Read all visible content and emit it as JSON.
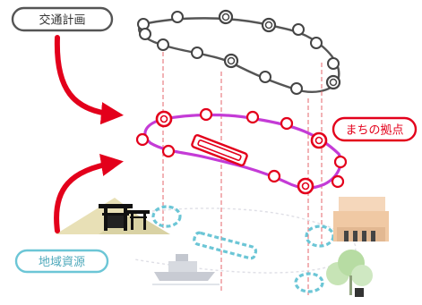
{
  "labels": {
    "transport_plan": "交通計画",
    "town_hub": "まちの拠点",
    "local_resources": "地域資源"
  },
  "colors": {
    "network_gray": "#444444",
    "hub_red": "#e3001b",
    "hub_magenta": "#c43bd6",
    "resource_cyan": "#6cc6d6",
    "guide_red": "#e6666b",
    "arrow_red": "#e3001b"
  },
  "icons": {
    "shrine": "shrine-icon",
    "ship": "ship-icon",
    "houses": "houses-icon",
    "trees": "trees-icon",
    "mountain": "mountain-icon"
  }
}
